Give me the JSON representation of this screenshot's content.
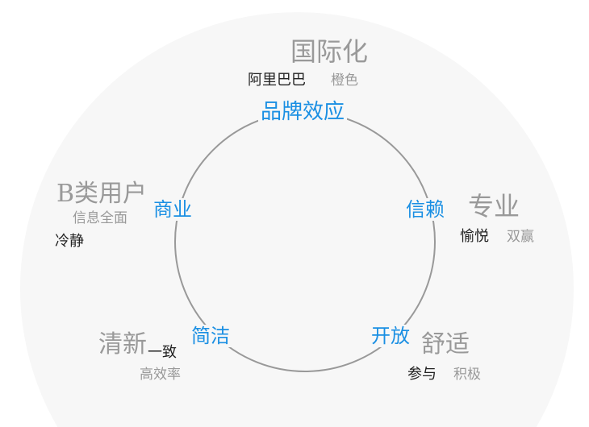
{
  "colors": {
    "accent": "#1a8fe3",
    "muted": "#999999",
    "dark": "#222222",
    "background_circle": "#f7f7f7",
    "ring": "#999999"
  },
  "top": {
    "label": "品牌效应",
    "theme": "国际化",
    "word_dark": "阿里巴巴",
    "word_light": "橙色"
  },
  "right": {
    "label": "信赖",
    "theme": "专业",
    "word_dark": "愉悦",
    "word_light": "双赢"
  },
  "left": {
    "label": "商业",
    "theme": "B类用户",
    "word_light": "信息全面",
    "word_dark": "冷静"
  },
  "bottom_left": {
    "label": "简洁",
    "theme": "清新",
    "word_dark": "一致",
    "word_light": "高效率"
  },
  "bottom_right": {
    "label": "开放",
    "theme": "舒适",
    "word_dark": "参与",
    "word_light": "积极"
  }
}
